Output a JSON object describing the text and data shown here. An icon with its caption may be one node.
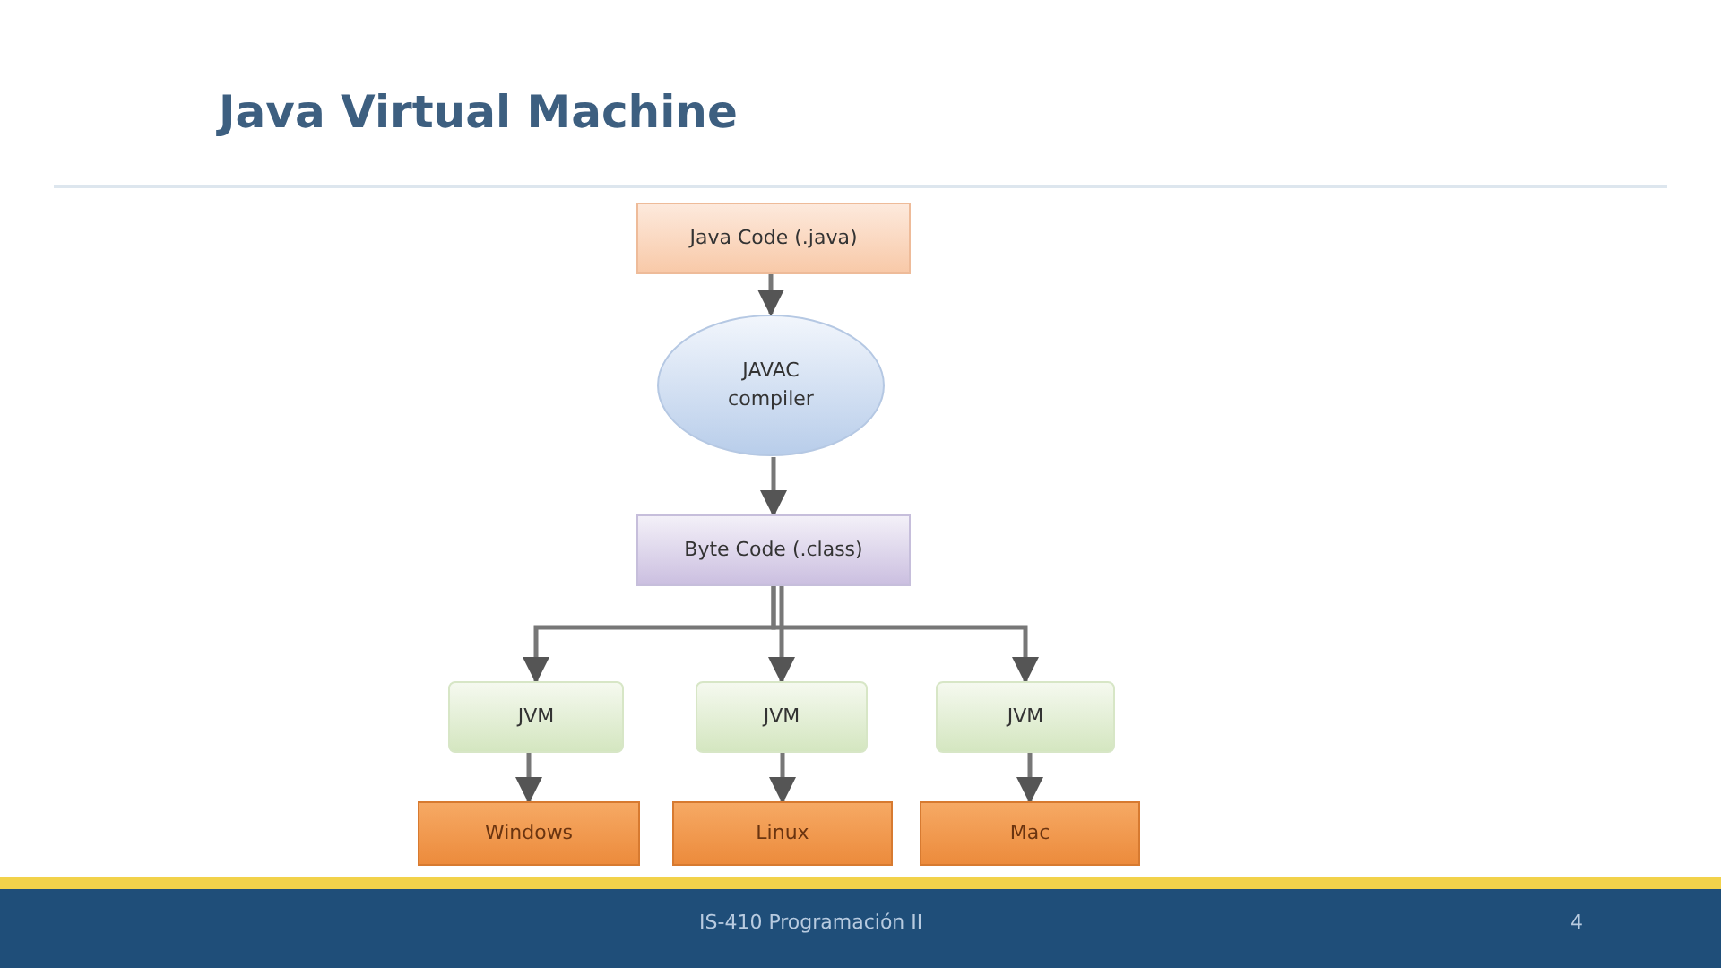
{
  "diagram": {
    "title": "Java Virtual Machine",
    "nodes": [
      {
        "text": [
          "Java Code (.java)"
        ]
      },
      {
        "text": [
          "JAVAC",
          "compiler"
        ]
      },
      {
        "text": [
          "Byte Code (.class)"
        ]
      },
      {
        "text": [
          "JVM"
        ]
      },
      {
        "text": [
          "JVM"
        ]
      },
      {
        "text": [
          "JVM"
        ]
      },
      {
        "text": [
          "Windows"
        ]
      },
      {
        "text": [
          "Linux"
        ]
      },
      {
        "text": [
          "Mac"
        ]
      }
    ],
    "edges": [
      {
        "from": 0,
        "to": 1,
        "arrow": "to"
      },
      {
        "from": 1,
        "to": 2,
        "arrow": "to"
      },
      {
        "from": 2,
        "to": 3,
        "arrow": "to"
      },
      {
        "from": 2,
        "to": 4,
        "arrow": "to"
      },
      {
        "from": 2,
        "to": 5,
        "arrow": "to"
      },
      {
        "from": 3,
        "to": 6,
        "arrow": "to"
      },
      {
        "from": 4,
        "to": 7,
        "arrow": "to"
      },
      {
        "from": 5,
        "to": 8,
        "arrow": "to"
      }
    ],
    "labels": [
      "IS-410 Programación II",
      "4"
    ]
  }
}
